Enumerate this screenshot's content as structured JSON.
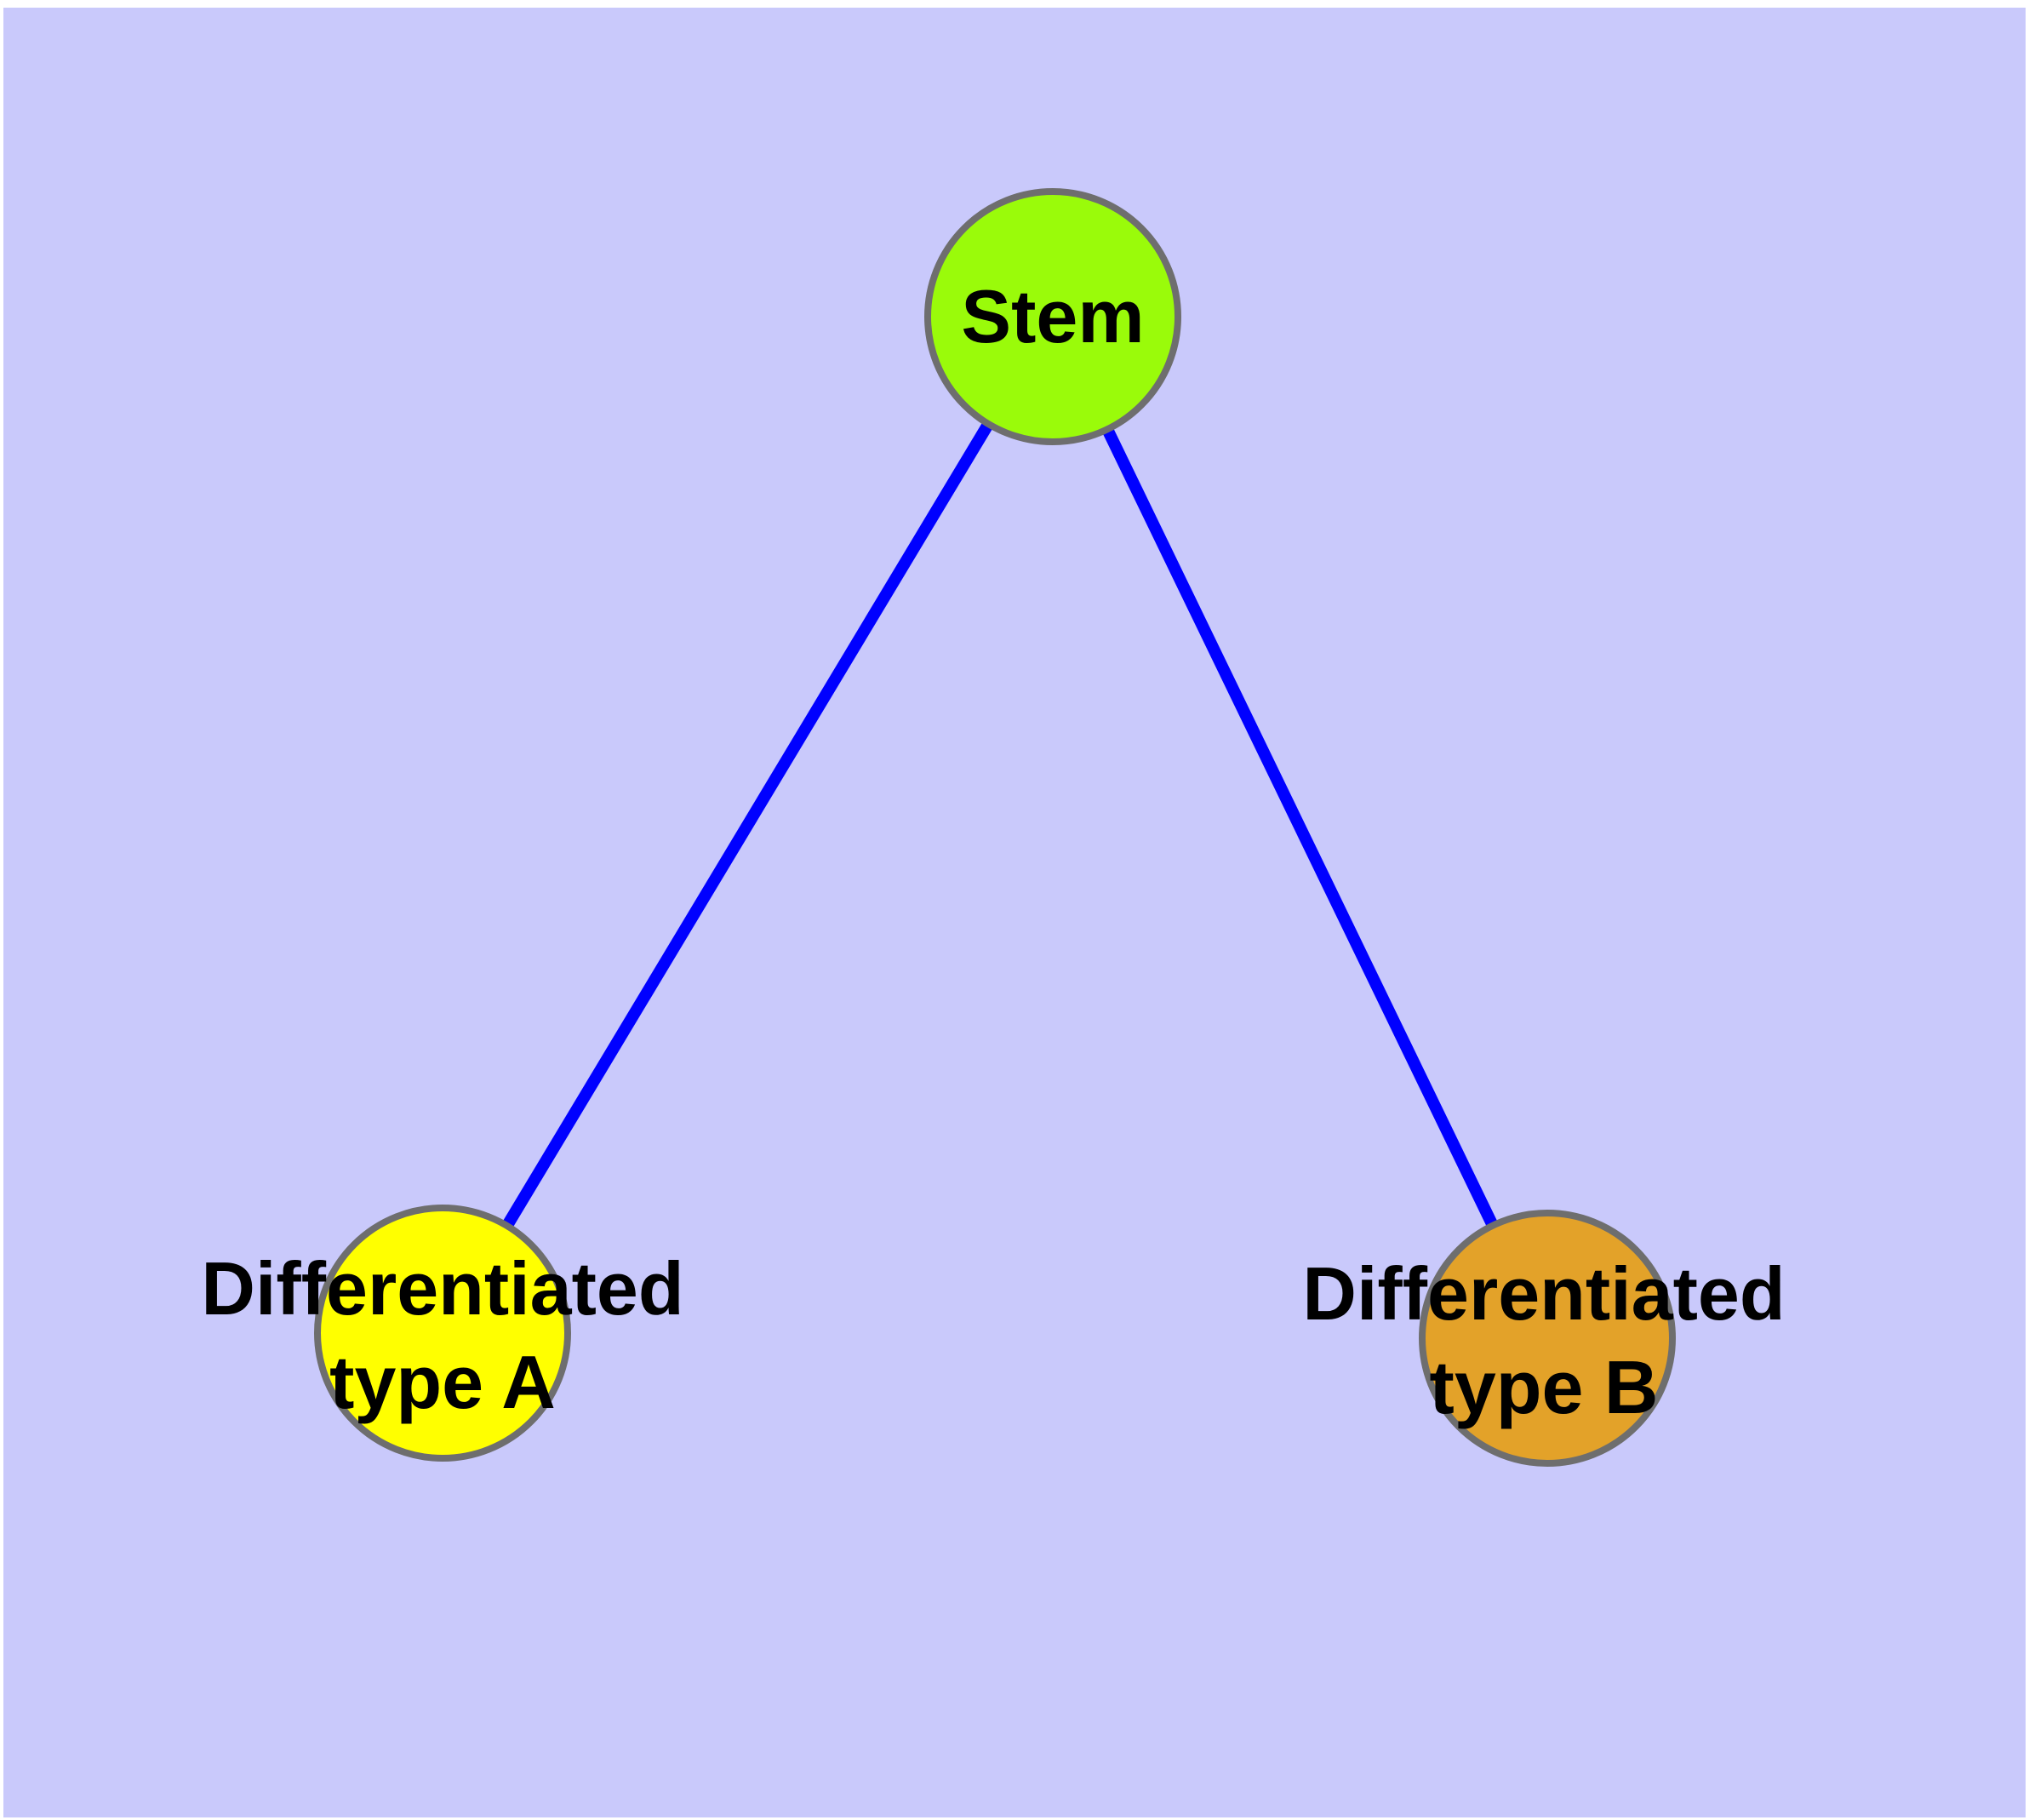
{
  "diagram": {
    "background_color": "#ffffff",
    "panel_color": "#c9c9fb",
    "edge_color": "#0000ff",
    "node_border_color": "#6e6e6e",
    "label_color": "#000000",
    "nodes": [
      {
        "id": "stem",
        "label": "Stem",
        "fill": "#9afb0a"
      },
      {
        "id": "differentiated-type-a",
        "label_line1": "Differentiated",
        "label_line2": "type A",
        "fill": "#ffff00"
      },
      {
        "id": "differentiated-type-b",
        "label_line1": "Differentiated",
        "label_line2": "type B",
        "fill": "#e3a229"
      }
    ],
    "edges": [
      {
        "from": "Stem",
        "to": "Differentiated type A"
      },
      {
        "from": "Stem",
        "to": "Differentiated type B"
      }
    ]
  }
}
